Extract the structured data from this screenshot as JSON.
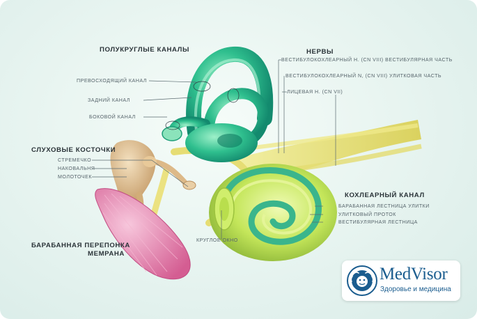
{
  "groups": {
    "semicircular": {
      "title": "ПОЛУКРУГЛЫЕ КАНАЛЫ",
      "items": [
        "ПРЕВОСХОДЯЩИЙ КАНАЛ",
        "ЗАДНИЙ КАНАЛ",
        "БОКОВОЙ КАНАЛ"
      ]
    },
    "nerves": {
      "title": "НЕРВЫ",
      "items": [
        "ВЕСТИБУЛОКОХЛЕАРНЫЙ Н. (CN VIII) ВЕСТИБУЛЯРНАЯ ЧАСТЬ",
        "ВЕСТИБУЛОКОХЛЕАРНЫЙ N, (CN VIII) УЛИТКОВАЯ ЧАСТЬ",
        "ЛИЦЕВАЯ Н. (CN VII)"
      ]
    },
    "ossicles": {
      "title": "СЛУХОВЫЕ КОСТОЧКИ",
      "items": [
        "СТРЕМЕЧКО",
        "НАКОВАЛЬНЯ",
        "МОЛОТОЧЕК"
      ]
    },
    "cochlea": {
      "title": "КОХЛЕАРНЫЙ КАНАЛ",
      "items": [
        "БАРАБАННАЯ ЛЕСТНИЦА УЛИТКИ",
        "УЛИТКОВЫЙ ПРОТОК",
        "ВЕСТИБУЛЯРНАЯ ЛЕСТНИЦА"
      ]
    },
    "eardrum": {
      "title_line1": "БАРАБАННАЯ ПЕРЕПОНКА",
      "title_line2": "МЕМРАНА"
    }
  },
  "round_window": "КРУГЛОЕ ОКНО",
  "logo": {
    "brand": "MedVisor",
    "tagline": "Здоровье и медицина"
  },
  "colors": {
    "canal_green": "#2fbf8e",
    "canal_dark": "#138a6e",
    "cochlea_lime": "#b9e04a",
    "bone_tan": "#d9b98a",
    "nerve_yellow": "#e9e27c",
    "membrane_pink": "#e27aa6",
    "brand_blue": "#1b5d8f"
  }
}
